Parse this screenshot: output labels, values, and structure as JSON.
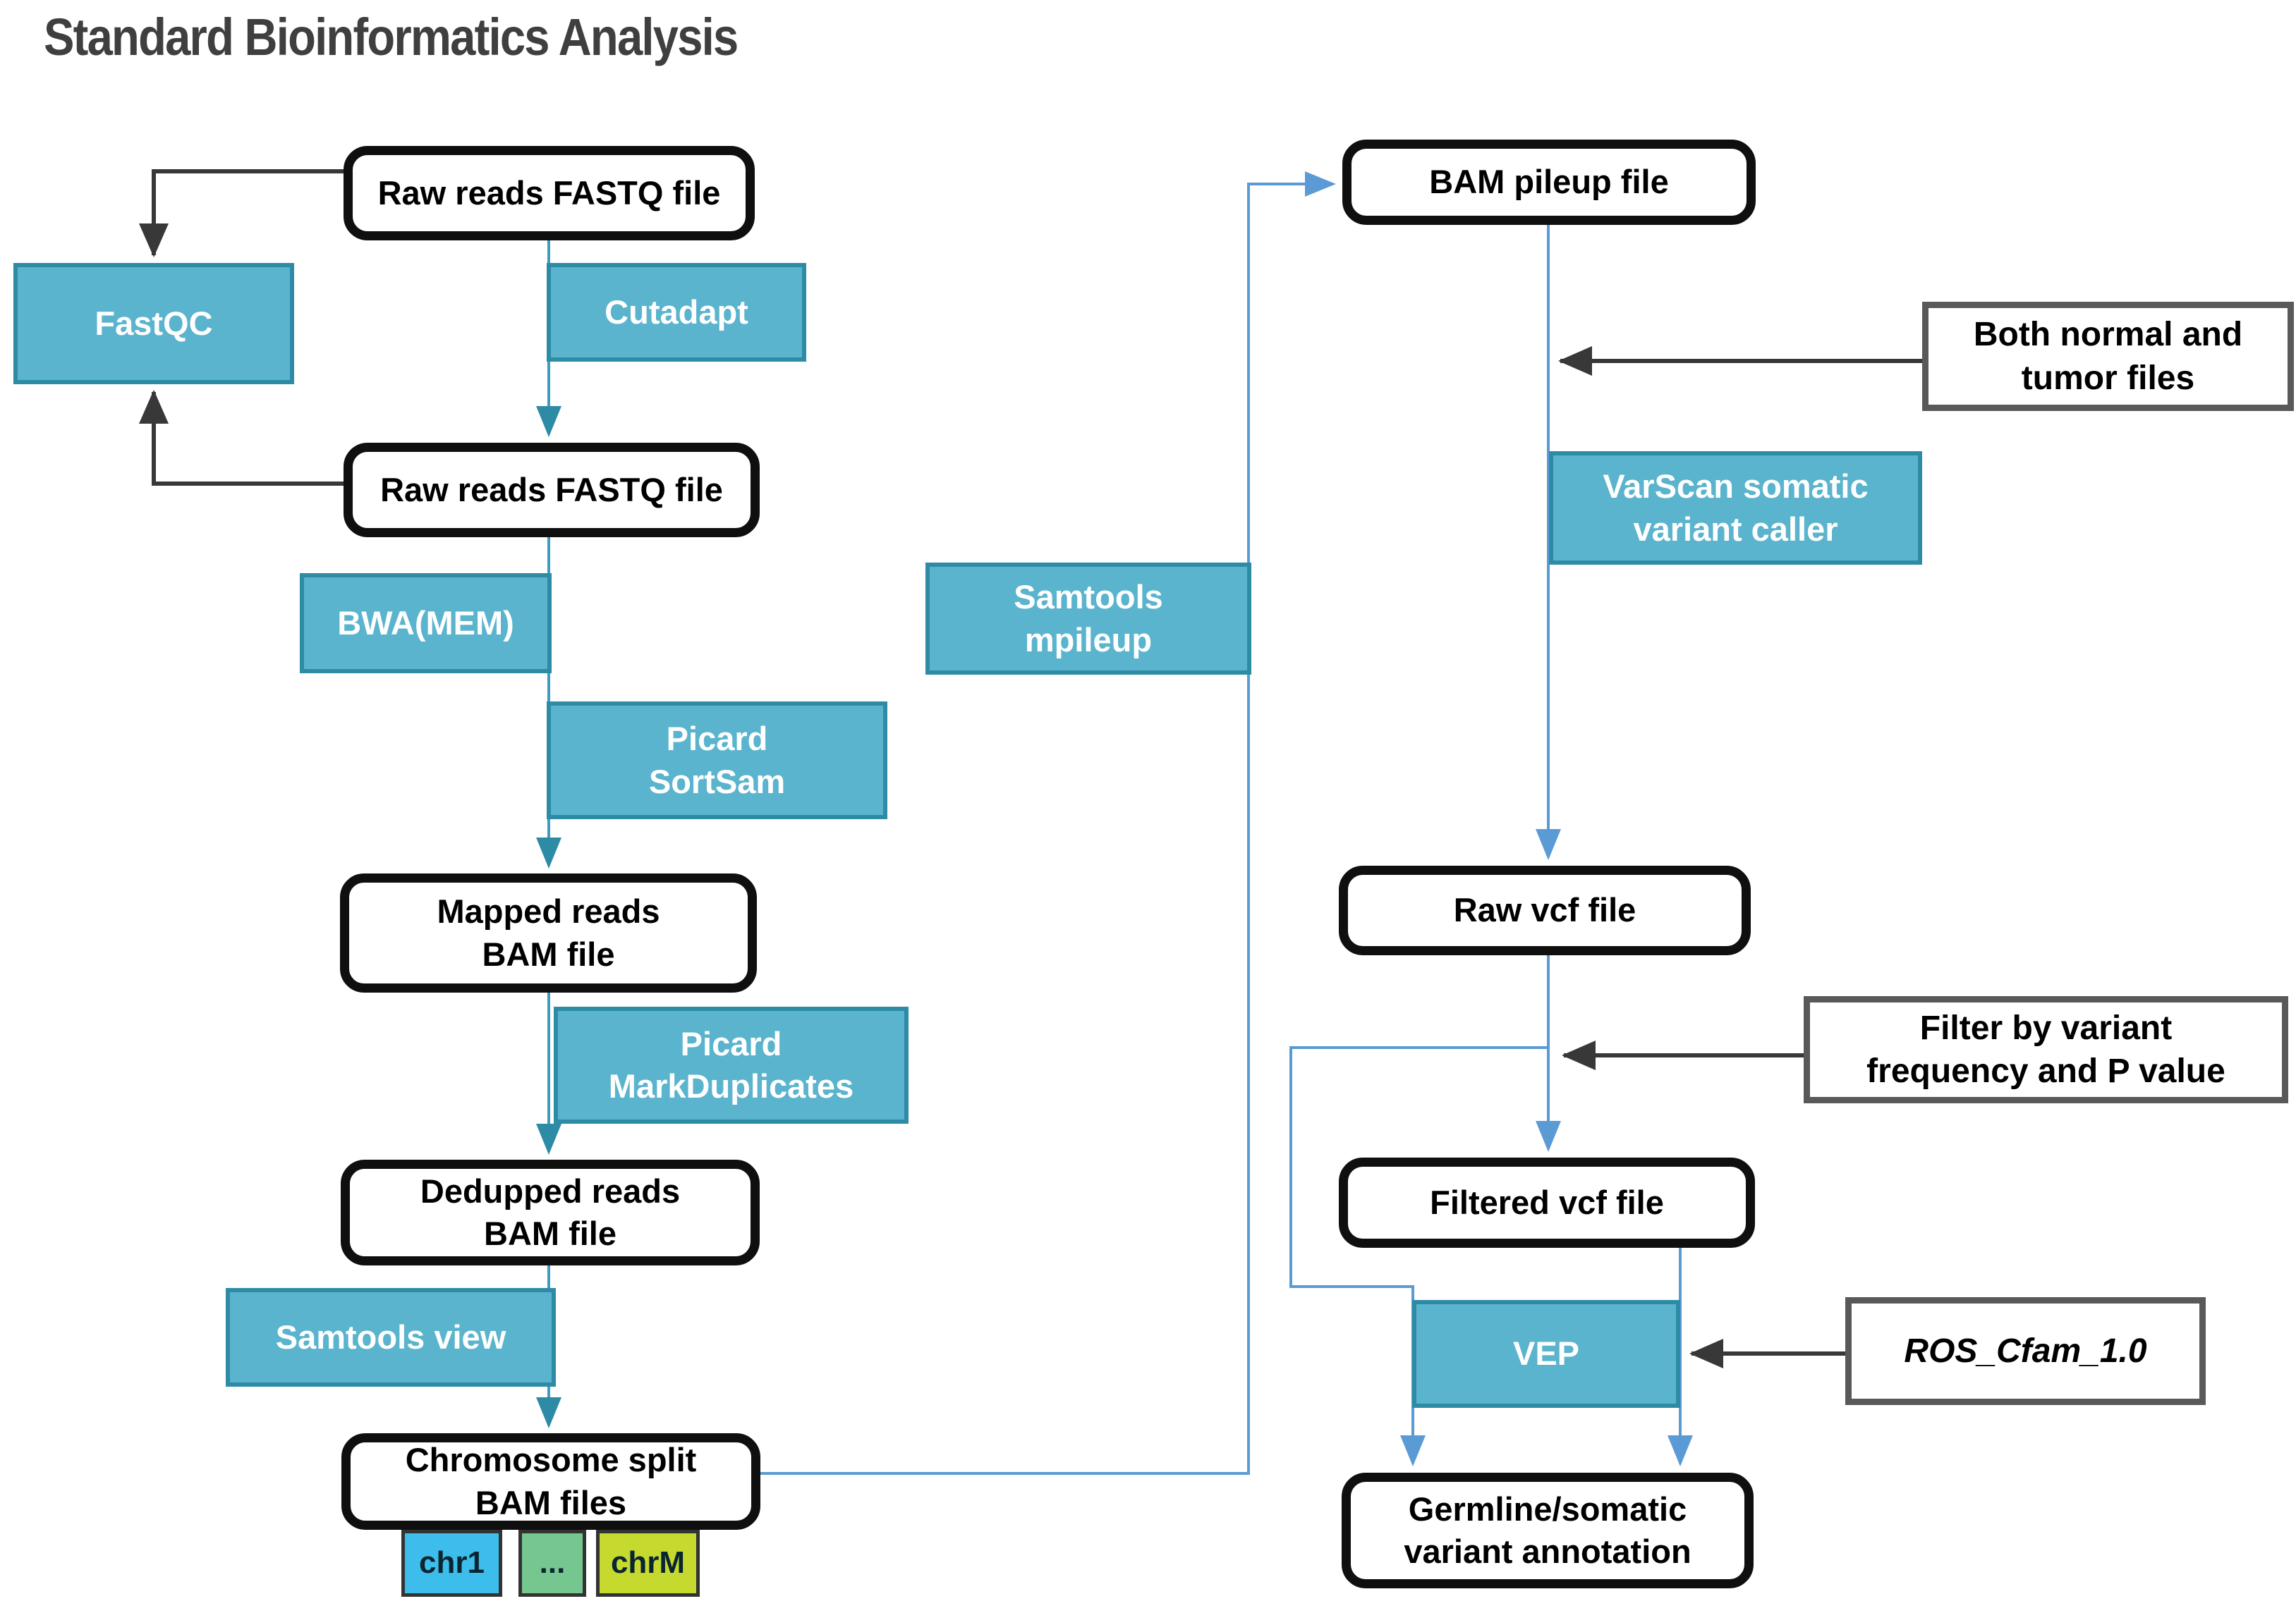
{
  "title": "Standard Bioinformatics Analysis",
  "colors": {
    "title_color": "#3f3f3f",
    "box_black": "#0f0f0f",
    "teal_fill": "#5bb4cd",
    "teal_border": "#2e8ba6",
    "flow_teal": "#3d9dbe",
    "flow_blue": "#5b9bd5",
    "arrow_black": "#383838",
    "note_border": "#595959",
    "chr1_fill": "#3dbdec",
    "dots_fill": "#76c690",
    "chrm_fill": "#c5d92e"
  },
  "nodes": {
    "fastq1": {
      "label": "Raw reads FASTQ file"
    },
    "fastqc": {
      "label": "FastQC"
    },
    "cutadapt": {
      "label": "Cutadapt"
    },
    "fastq2": {
      "label": "Raw reads FASTQ file"
    },
    "bwa": {
      "label": "BWA(MEM)"
    },
    "picard_sortsam": {
      "label": "Picard\nSortSam"
    },
    "mapped": {
      "label": "Mapped reads\nBAM file"
    },
    "picard_markdup": {
      "label": "Picard\nMarkDuplicates"
    },
    "dedupped": {
      "label": "Dedupped reads\nBAM file"
    },
    "samtools_view": {
      "label": "Samtools view"
    },
    "chromsplit": {
      "label": "Chromosome split\nBAM files"
    },
    "chr1": {
      "label": "chr1"
    },
    "chrdots": {
      "label": "..."
    },
    "chrm": {
      "label": "chrM"
    },
    "samtools_mpileup": {
      "label": "Samtools\nmpileup"
    },
    "bampileup": {
      "label": "BAM pileup file"
    },
    "both_normal": {
      "label": "Both normal and\ntumor files"
    },
    "varscan": {
      "label": "VarScan somatic\nvariant caller"
    },
    "rawvcf": {
      "label": "Raw vcf file"
    },
    "filter_note": {
      "label": "Filter by variant\nfrequency and P value"
    },
    "filteredvcf": {
      "label": "Filtered vcf file"
    },
    "vep": {
      "label": "VEP"
    },
    "ros": {
      "label": "ROS_Cfam_1.0"
    },
    "germline": {
      "label": "Germline/somatic\nvariant annotation"
    }
  }
}
